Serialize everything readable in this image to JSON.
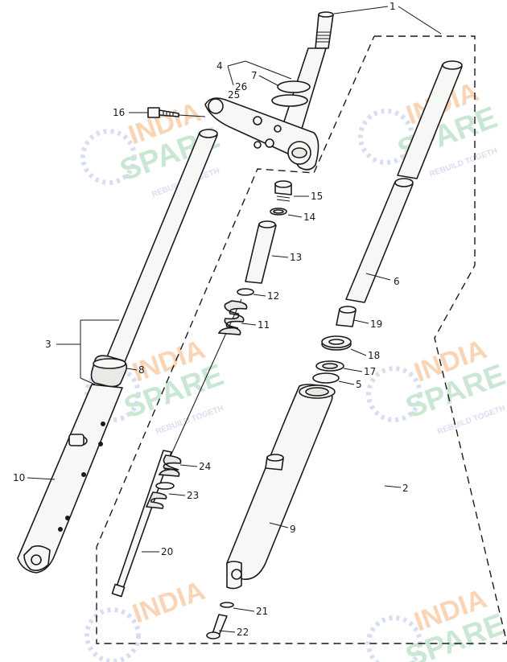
{
  "callouts": [
    {
      "id": "1",
      "label": "1"
    },
    {
      "id": "2",
      "label": "2"
    },
    {
      "id": "3",
      "label": "3"
    },
    {
      "id": "4",
      "label": "4"
    },
    {
      "id": "5",
      "label": "5"
    },
    {
      "id": "6",
      "label": "6"
    },
    {
      "id": "7",
      "label": "7"
    },
    {
      "id": "8",
      "label": "8"
    },
    {
      "id": "9",
      "label": "9"
    },
    {
      "id": "10",
      "label": "10"
    },
    {
      "id": "11",
      "label": "11"
    },
    {
      "id": "12",
      "label": "12"
    },
    {
      "id": "13",
      "label": "13"
    },
    {
      "id": "14",
      "label": "14"
    },
    {
      "id": "15",
      "label": "15"
    },
    {
      "id": "16",
      "label": "16"
    },
    {
      "id": "17",
      "label": "17"
    },
    {
      "id": "18",
      "label": "18"
    },
    {
      "id": "19",
      "label": "19"
    },
    {
      "id": "20",
      "label": "20"
    },
    {
      "id": "21",
      "label": "21"
    },
    {
      "id": "22",
      "label": "22"
    },
    {
      "id": "23",
      "label": "23"
    },
    {
      "id": "24",
      "label": "24"
    },
    {
      "id": "25",
      "label": "25"
    },
    {
      "id": "26",
      "label": "26"
    }
  ],
  "watermark": {
    "brand_line1": "INDIA",
    "brand_line2": "SPARE",
    "tagline": "REBUILD TOGETH",
    "color_orange": "#f5b27a",
    "color_green": "#9fd3b0",
    "color_blue": "#b9c4e6"
  }
}
